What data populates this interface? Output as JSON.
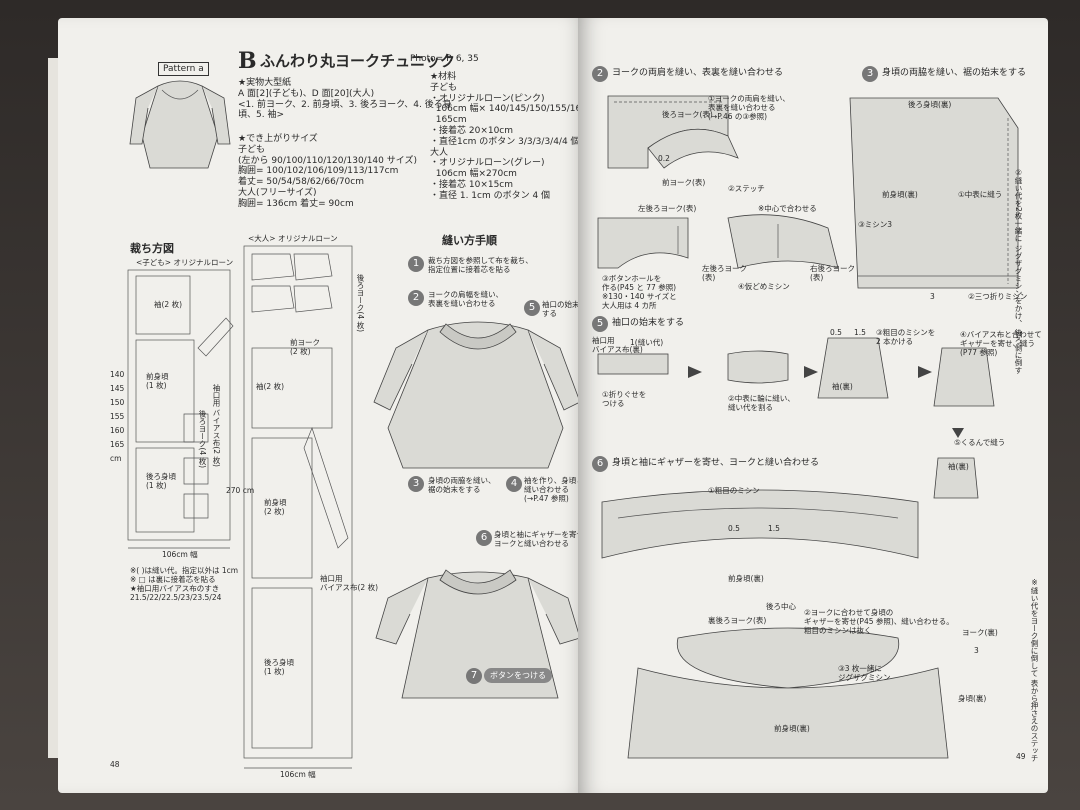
{
  "left": {
    "pattern_badge": "Pattern a",
    "letter": "B",
    "title": "ふんわり丸ヨークチュニック",
    "photo_ref": "Photo= P. 6, 35",
    "materials_pattern": "★実物大型紙\nA 面[2](子ども)、D 面[20](大人)\n<1. 前ヨーク、2. 前身頃、3. 後ろヨーク、4. 後ろ身\n頃、5. 袖>",
    "finished_size": "★でき上がりサイズ\n子ども\n(左から 90/100/110/120/130/140 サイズ)\n胸囲= 100/102/106/109/113/117cm\n着丈= 50/54/58/62/66/70cm\n大人(フリーサイズ)\n胸囲= 136cm 着丈= 90cm",
    "materials": "★材料\n子ども\n・オリジナルローン(ピンク)\n  106cm 幅× 140/145/150/155/160/\n  165cm\n・接着芯 20×10cm\n・直径1cm のボタン 3/3/3/3/4/4 個\n大人\n・オリジナルローン(グレー)\n  106cm 幅×270cm\n・接着芯 10×15cm\n・直径 1. 1cm のボタン 4 個",
    "cutting_title": "裁ち方図",
    "child_label": "<子ども> オリジナルローン",
    "adult_label": "<大人> オリジナルローン",
    "child_heights": [
      "140",
      "145",
      "150",
      "155",
      "160",
      "165",
      "cm"
    ],
    "child_width": "106cm 幅",
    "adult_width": "106cm 幅",
    "adult_height": "270 cm",
    "pieces": {
      "sleeve": "袖(2 枚)",
      "front_body_child": "前身頃\n(1 枚)",
      "back_body_child": "後ろ身頃\n(1 枚)",
      "front_yoke": "前ヨーク\n(2 枚)",
      "sleeve_adult": "袖(2 枚)",
      "front_body_adult": "前身頃\n(2 枚)",
      "back_body_adult": "後ろ身頃\n(1 枚)",
      "back_yoke": "後ろヨーク(4 枚)",
      "cuff_bias": "袖口用\nバイアス布(2 枚)",
      "back_yoke_child": "後ろヨーク(4 枚)",
      "cuff_bias_adult": "袖口用\nバイアス布(2 枚)"
    },
    "notes": "※( )は縫い代。指定以外は 1cm\n※ □ は裏に接着芯を貼る\n★袖口用バイアス布のすき\n21.5/22/22.5/23/23.5/24",
    "sewing_title": "縫い方手順",
    "steps": [
      "裁ち方図を参照して布を裁ち、\n指定位置に接着芯を貼る",
      "ヨークの肩幅を縫い、\n表裏を縫い合わせる",
      "身頃の両脇を縫い、\n裾の始末をする",
      "袖を作り、身頃と\n縫い合わせる\n(→P.47 参照)",
      "袖口の始末を\nする",
      "身頃と袖にギャザーを寄せ、\nヨークと縫い合わせる",
      "ボタンをつける"
    ],
    "page_number": "48"
  },
  "right": {
    "step2_title": "ヨークの両肩を縫い、表裏を縫い合わせる",
    "step3_title": "身頃の両脇を縫い、裾の始末をする",
    "step5_title": "袖口の始末をする",
    "step6_title": "身頃と袖にギャザーを寄せ、ヨークと縫い合わせる",
    "labels": {
      "back_yoke_front": "後ろヨーク(表)",
      "front_yoke_front": "前ヨーク(表)",
      "shoulder_note": "①ヨークの両肩を縫い、\n表裏を縫い合わせる\n(→P.46 の③参照)",
      "stitch": "②ステッチ",
      "v02": "0.2",
      "left_back_yoke": "左後ろヨーク(表)",
      "center_align": "※中心で合わせる",
      "buttonhole": "③ボタンホールを\n作る(P45 と 77 参照)\n※130・140 サイズと\n大人用は 4 カ所",
      "left_back_yoke2": "左後ろヨーク\n(表)",
      "tack": "④仮どめミシン",
      "right_back_yoke": "右後ろヨーク\n(表)",
      "back_body": "後ろ身頃(裏)",
      "front_body_back": "前身頃(裏)",
      "side_seam": "①中表に縫う",
      "seam_open": "③ミシン3",
      "hem": "②三つ折りミシン",
      "seam_allow": "②縫い代を2枚一緒に\nジグザグミシンをかけ、\n後ろ側に倒す",
      "cuff_bias": "袖口用\nバイアス布(裏)",
      "fold": "①折りぐせを\nつける",
      "v1": "1(縫い代)",
      "sew_ring": "②中表に輪に縫い、\n縫い代を割る",
      "v05": "0.5",
      "v15": "1.5",
      "gather": "③粗目のミシンを\n2 本かける",
      "sleeve_back": "袖(裏)",
      "bias_sew": "④バイアス布と合わせて\nギャザーを寄せ、縫う\n(P77 参照)",
      "wrap": "⑤くるんで縫う",
      "coarse": "①粗目のミシン",
      "v05b": "0.5",
      "v15b": "1.5",
      "front_body_back2": "前身頃(裏)",
      "back_center": "後ろ中心",
      "back_yoke_back": "裏後ろヨーク(表)",
      "yoke_gather": "②ヨークに合わせて身頃の\nギャザーを寄せ(P45 参照)、縫い合わせる。\n粗目のミシンは抜く",
      "zigzag": "③3 枚一緒に\nジグザグミシン",
      "side_note": "※縫い代をヨーク側に倒して\n表から押さえのステッチ",
      "yoke_back": "ヨーク(裏)",
      "body_back": "身頃(裏)",
      "front_body_back3": "前身頃(裏)",
      "sleeve_in": "袖(裏)",
      "v3": "3",
      "v3b": "3"
    },
    "page_number": "49"
  }
}
